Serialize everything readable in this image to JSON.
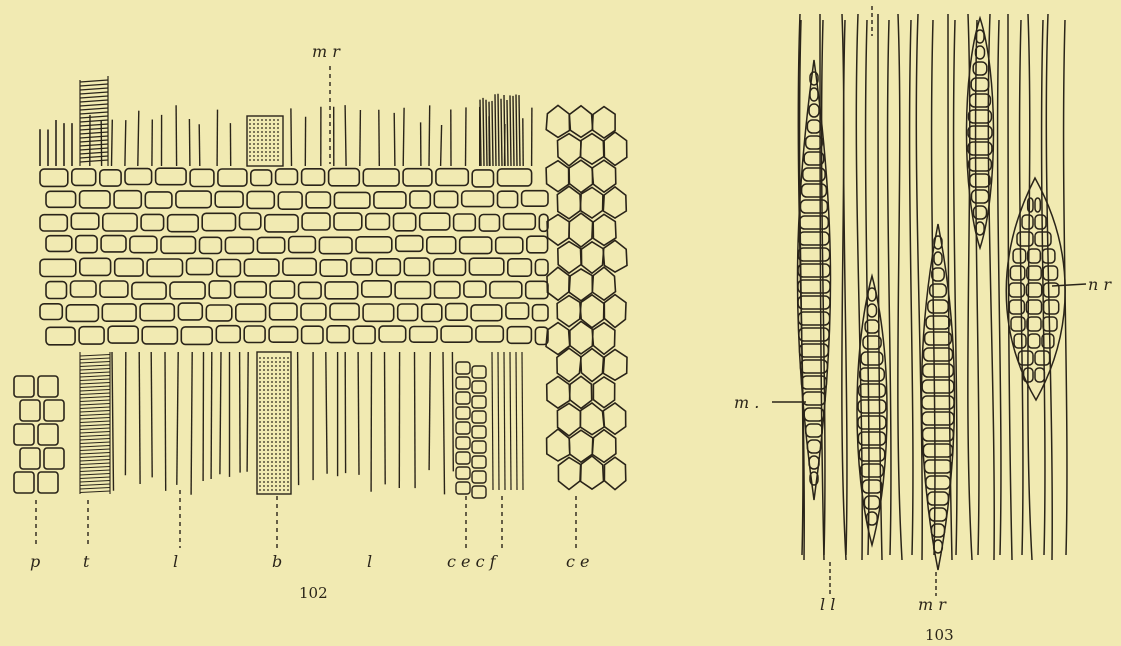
{
  "figures": [
    {
      "number": "102",
      "labels": {
        "mr": "m r",
        "p": "p",
        "t": "t",
        "l1": "l",
        "b": "b",
        "l2": "l",
        "cecf": "c e c f",
        "ce": "c e"
      }
    },
    {
      "number": "103",
      "labels": {
        "ni": "m .",
        "nr": "n r",
        "ll": "l l",
        "mr": "m r"
      }
    }
  ]
}
